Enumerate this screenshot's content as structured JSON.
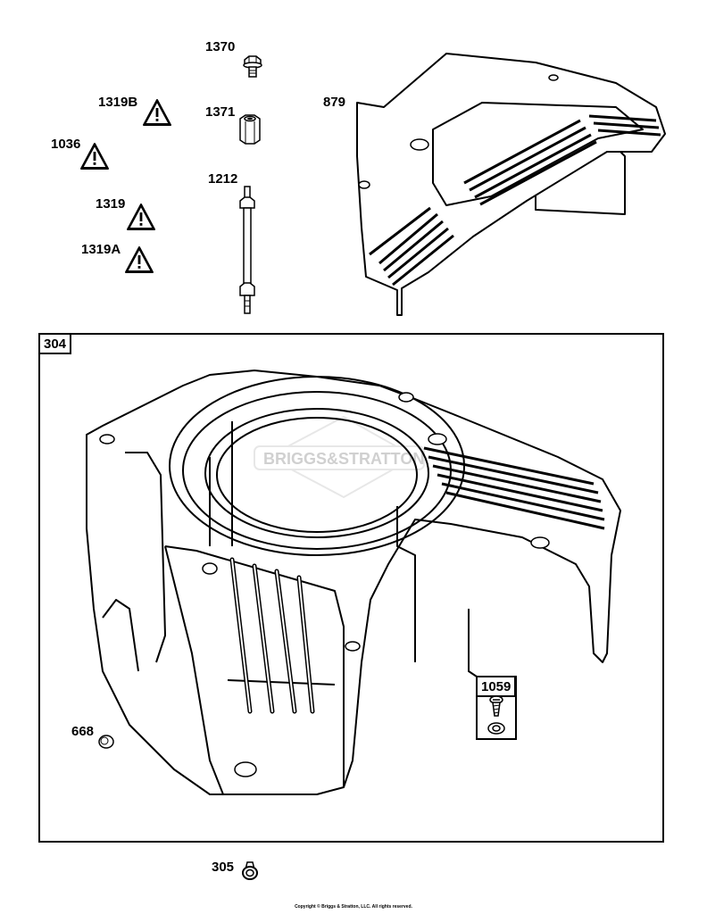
{
  "callouts": {
    "p1370": "1370",
    "p1319b": "1319B",
    "p1371": "1371",
    "p879": "879",
    "p1036": "1036",
    "p1212": "1212",
    "p1319": "1319",
    "p1319a": "1319A",
    "p668": "668",
    "p305": "305"
  },
  "kit_boxes": {
    "housing_kit": "304",
    "screw_kit": "1059"
  },
  "watermark": "BRIGGS&STRATTON",
  "copyright": "Copyright © Briggs & Stratton, LLC. All rights reserved.",
  "icons": [
    "warning-triangle-icon"
  ],
  "colors": {
    "line": "#000000",
    "background": "#ffffff",
    "watermark": "#d0d0d0"
  }
}
